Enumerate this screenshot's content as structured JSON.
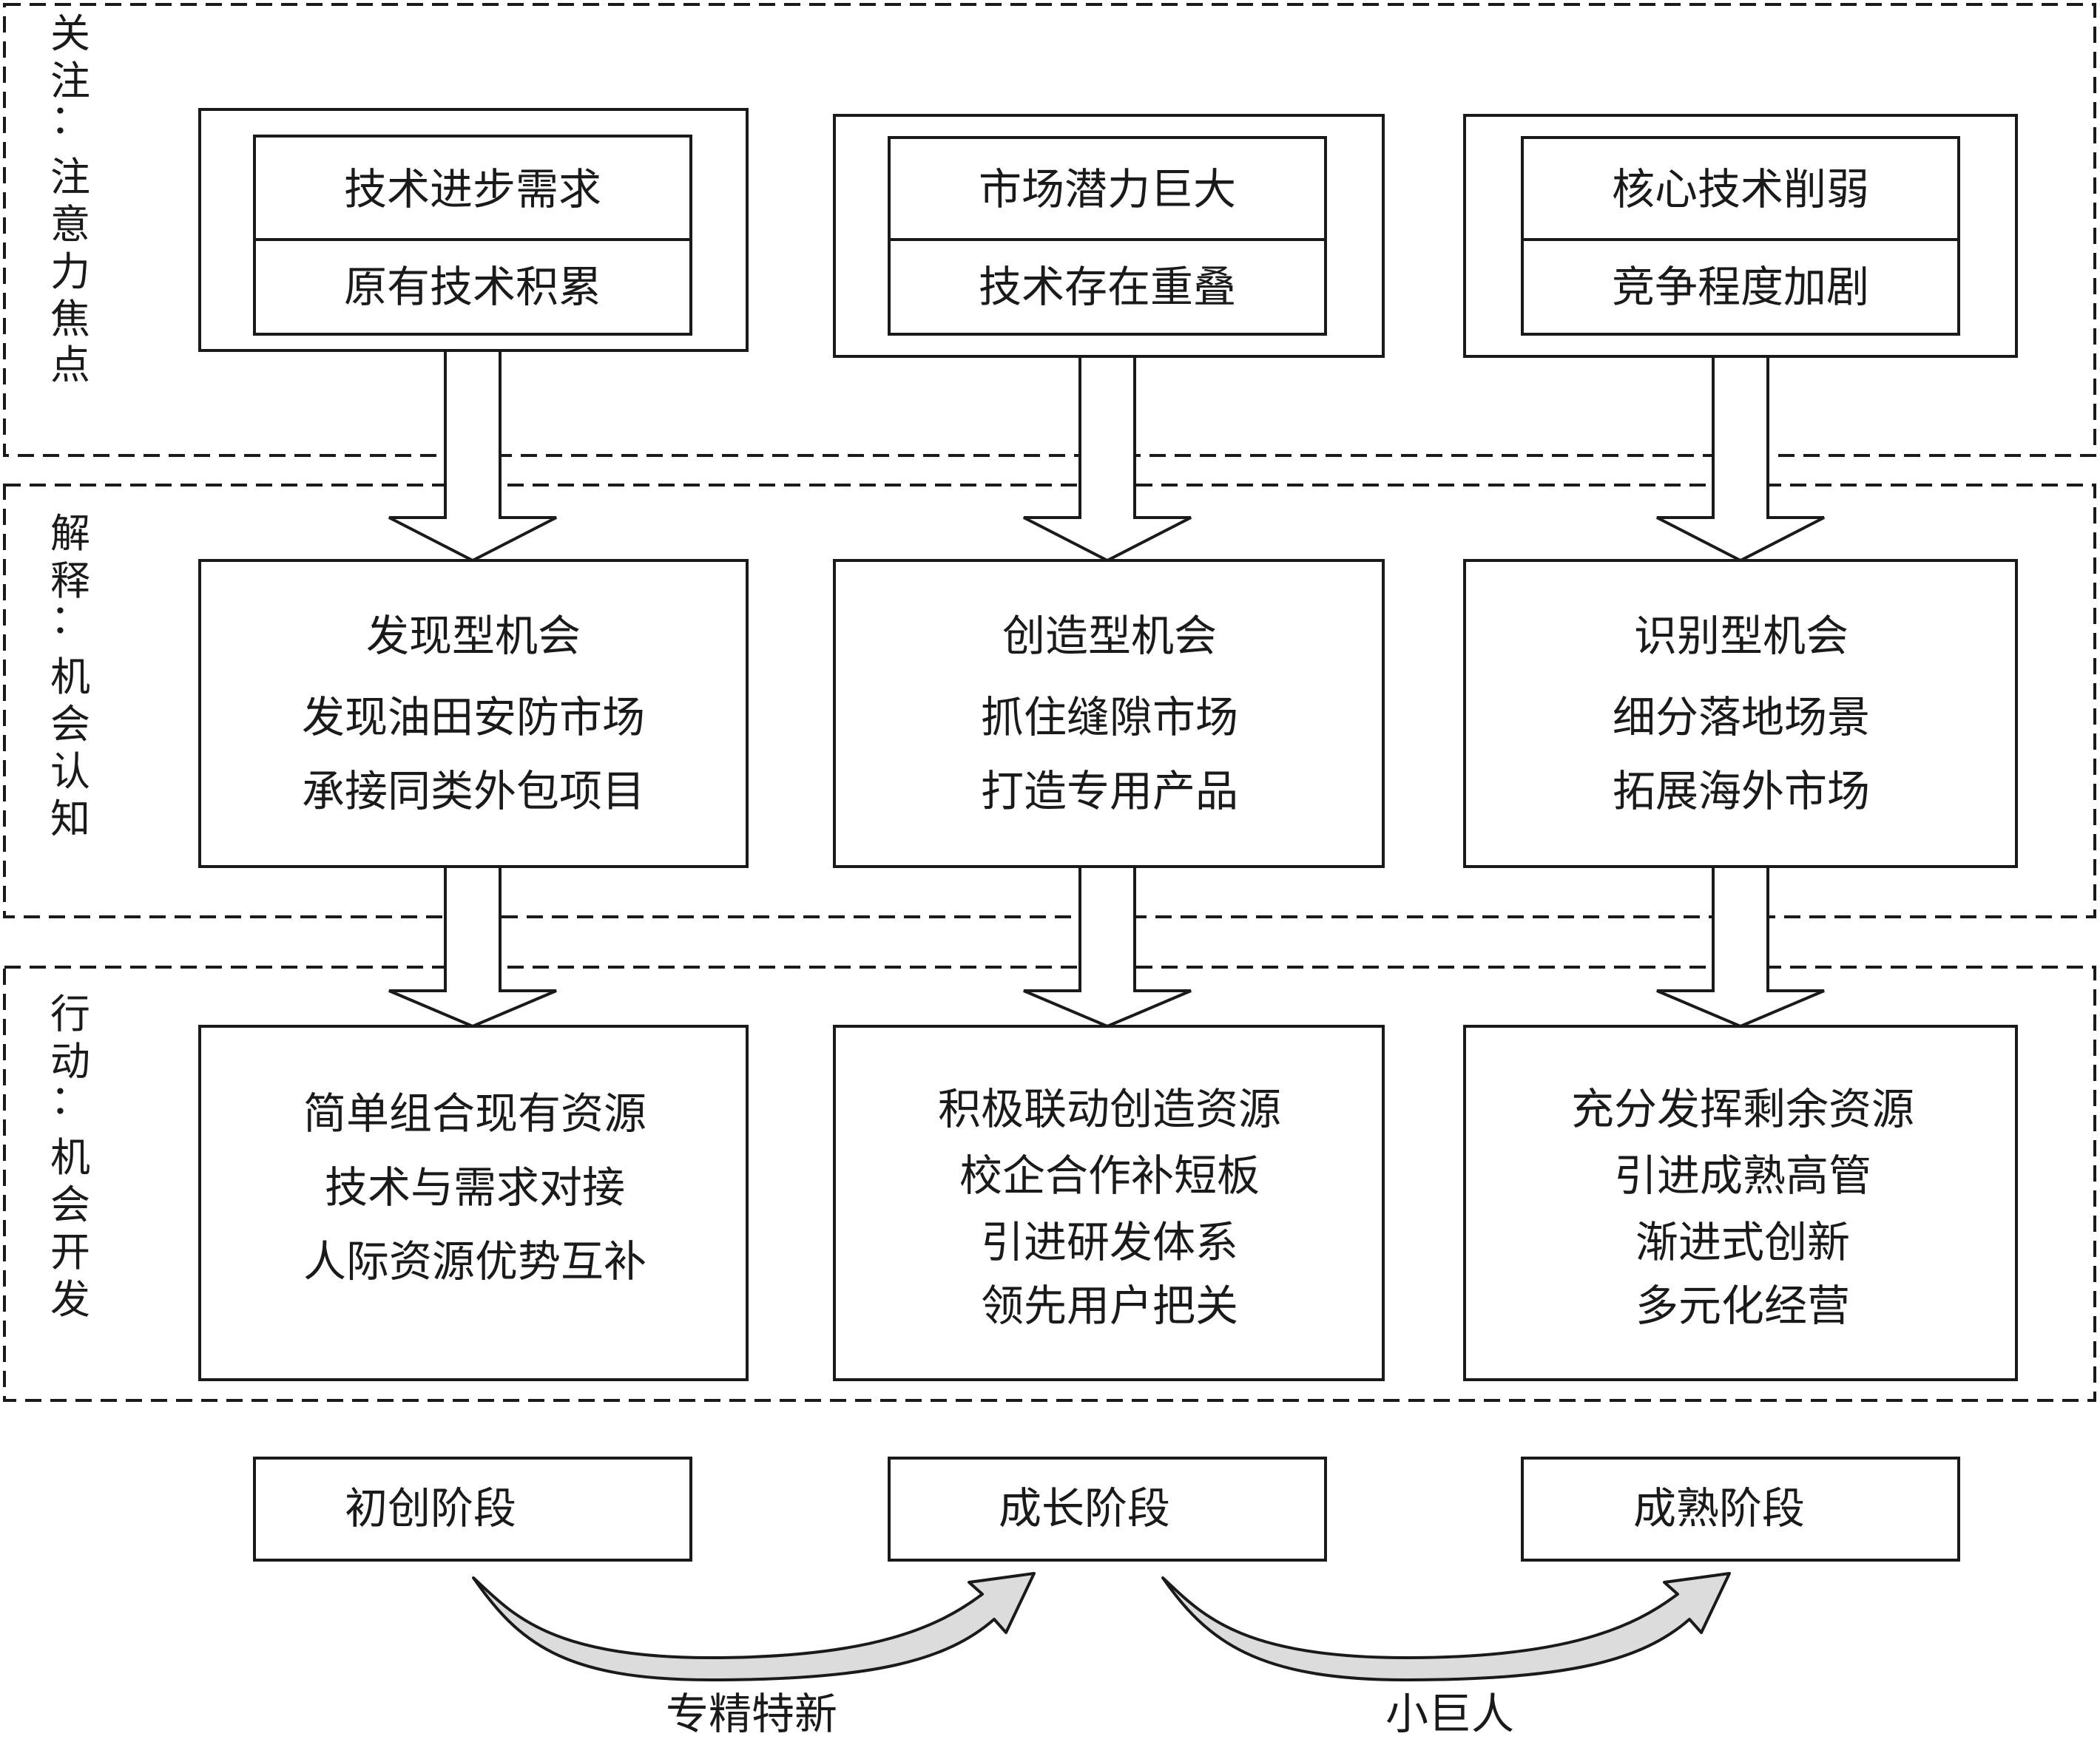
{
  "bands": [
    {
      "label": [
        "关",
        "注",
        "：",
        "注",
        "意",
        "力",
        "焦",
        "点"
      ]
    },
    {
      "label": [
        "解",
        "释",
        "：",
        "机",
        "会",
        "认",
        "知"
      ]
    },
    {
      "label": [
        "行",
        "动",
        "：",
        "机",
        "会",
        "开",
        "发"
      ]
    }
  ],
  "attention": [
    {
      "top": "技术进步需求",
      "bottom": "原有技术积累"
    },
    {
      "top": "市场潜力巨大",
      "bottom": "技术存在重叠"
    },
    {
      "top": "核心技术削弱",
      "bottom": "竞争程度加剧"
    }
  ],
  "interpretation": [
    {
      "lines": [
        "发现型机会",
        "发现油田安防市场",
        "承接同类外包项目"
      ]
    },
    {
      "lines": [
        "创造型机会",
        "抓住缝隙市场",
        "打造专用产品"
      ]
    },
    {
      "lines": [
        "识别型机会",
        "细分落地场景",
        "拓展海外市场"
      ]
    }
  ],
  "action": [
    {
      "lines": [
        "简单组合现有资源",
        "技术与需求对接",
        "人际资源优势互补"
      ]
    },
    {
      "lines": [
        "积极联动创造资源",
        "校企合作补短板",
        "引进研发体系",
        "领先用户把关"
      ]
    },
    {
      "lines": [
        "充分发挥剩余资源",
        "引进成熟高管",
        "渐进式创新",
        "多元化经营"
      ]
    }
  ],
  "stages": [
    "初创阶段",
    "成长阶段",
    "成熟阶段"
  ],
  "transitions": [
    "专精特新",
    "小巨人"
  ],
  "colors": {
    "line": "#1a1a1a",
    "arrow_fill": "#ffffff",
    "curve_fill": "#dcdcdc",
    "background": "#ffffff"
  }
}
